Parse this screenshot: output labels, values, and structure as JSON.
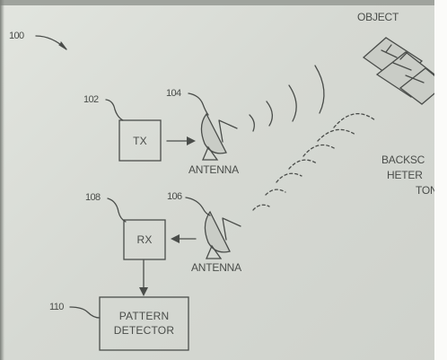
{
  "figure": {
    "ref_number": "100",
    "labels": {
      "object": "OBJECT",
      "backscatter_line1": "BACKSC",
      "backscatter_line2": "HETER",
      "backscatter_line3": "TON"
    },
    "transmit_path": {
      "tx_ref": "102",
      "tx_label": "TX",
      "antenna_ref": "104",
      "antenna_label": "ANTENNA"
    },
    "receive_path": {
      "rx_ref": "108",
      "rx_label": "RX",
      "antenna_ref": "106",
      "antenna_label": "ANTENNA"
    },
    "detector": {
      "ref": "110",
      "label_line1": "PATTERN",
      "label_line2": "DETECTOR"
    }
  },
  "colors": {
    "ink": "#4a4d4a",
    "paper": "#dcdfd9"
  }
}
